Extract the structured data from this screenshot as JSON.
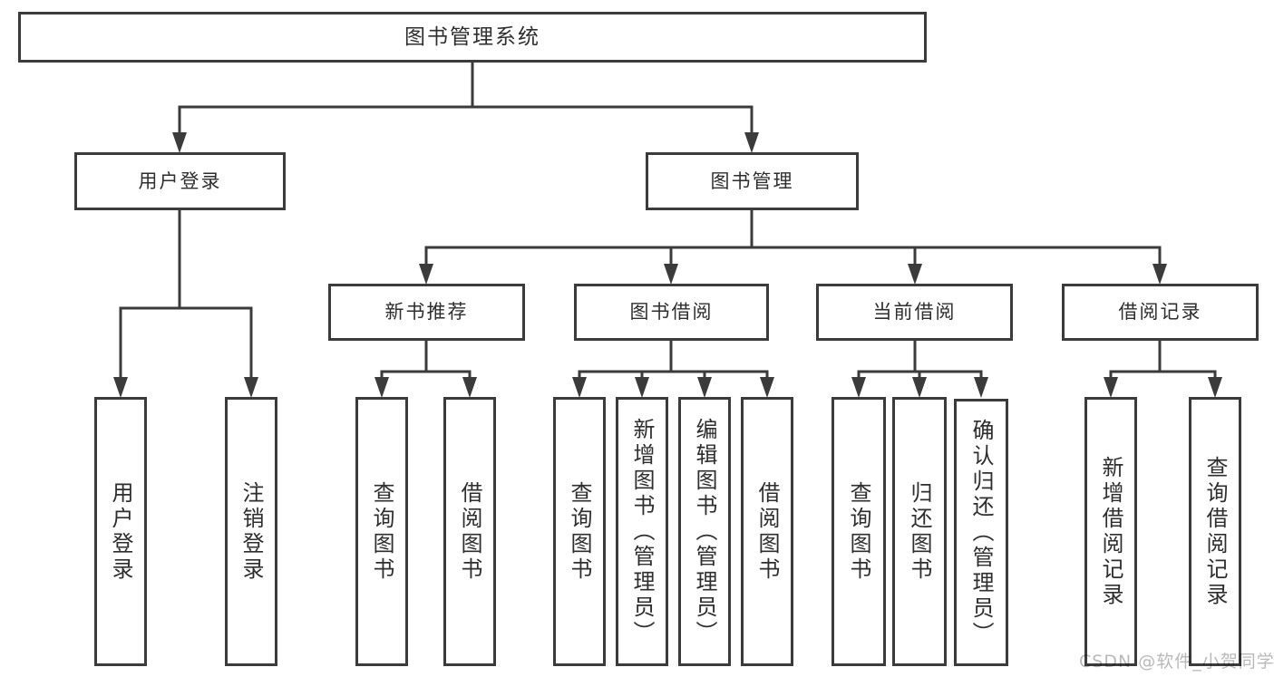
{
  "diagram": {
    "root": {
      "label": "图书管理系统",
      "children": [
        {
          "label": "用户登录",
          "children": [
            {
              "label": "用户登录"
            },
            {
              "label": "注销登录"
            }
          ]
        },
        {
          "label": "图书管理",
          "children": [
            {
              "label": "新书推荐",
              "children": [
                {
                  "label": "查询图书"
                },
                {
                  "label": "借阅图书"
                }
              ]
            },
            {
              "label": "图书借阅",
              "children": [
                {
                  "label": "查询图书"
                },
                {
                  "label": "新增图书（管理员）"
                },
                {
                  "label": "编辑图书（管理员）"
                },
                {
                  "label": "借阅图书"
                }
              ]
            },
            {
              "label": "当前借阅",
              "children": [
                {
                  "label": "查询图书"
                },
                {
                  "label": "归还图书"
                },
                {
                  "label": "确认归还（管理员）"
                }
              ]
            },
            {
              "label": "借阅记录",
              "children": [
                {
                  "label": "新增借阅记录"
                },
                {
                  "label": "查询借阅记录"
                }
              ]
            }
          ]
        }
      ]
    }
  },
  "watermark": {
    "text": "CSDN @软件_小贺同学"
  },
  "colors": {
    "line": "#3b3b3b",
    "text": "#2e2e2e",
    "box_background": "#ffffff",
    "watermark": "#b9b9b9",
    "page_background": "#ffffff"
  }
}
